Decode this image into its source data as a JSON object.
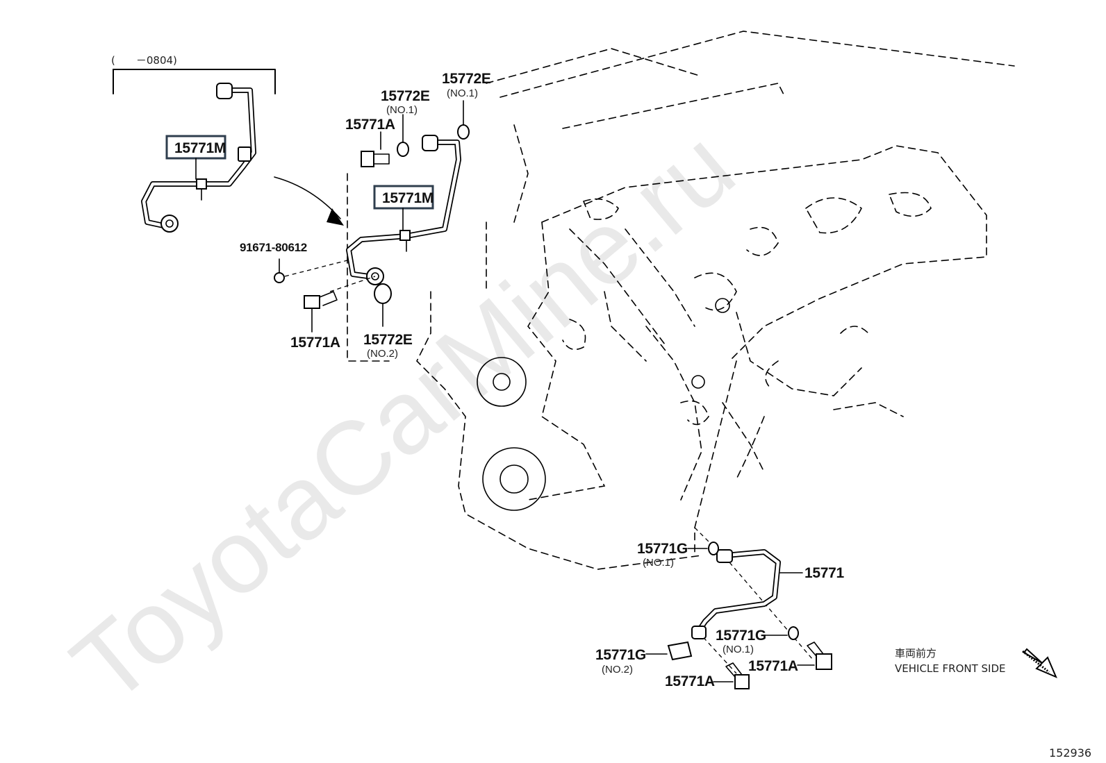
{
  "watermark": "ToyotaCarMine.ru",
  "diagram_id": "152936",
  "date_range": "(　　－0804)",
  "direction_note_jp": "車両前方",
  "direction_note_en": "VEHICLE FRONT SIDE",
  "labels": {
    "hose_old": "15771M",
    "hose_new": "15771M",
    "bolt_top": "15771A",
    "gasket_top_left": "15772E",
    "gasket_top_left_sub": "(NO.1)",
    "gasket_top_right": "15772E",
    "gasket_top_right_sub": "(NO.1)",
    "screw": "91671-80612",
    "bolt_mid": "15771A",
    "gasket_no2": "15772E",
    "gasket_no2_sub": "(NO.2)",
    "gasket_g_top": "15771G",
    "gasket_g_top_sub": "(NO.1)",
    "pipe": "15771",
    "gasket_g_mid": "15771G",
    "gasket_g_mid_sub": "(NO.1)",
    "gasket_g_no2": "15771G",
    "gasket_g_no2_sub": "(NO.2)",
    "bolt_right": "15771A",
    "bolt_bottom": "15771A"
  }
}
